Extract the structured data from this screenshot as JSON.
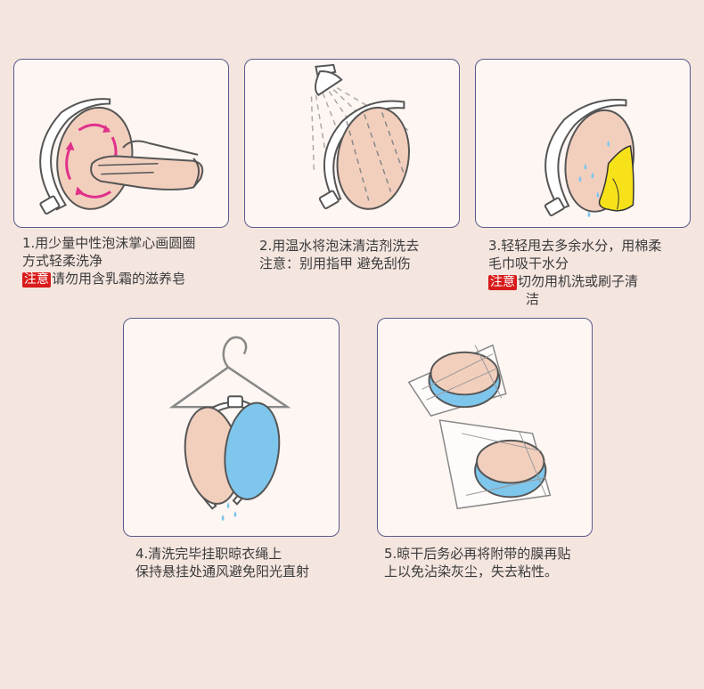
{
  "steps": [
    {
      "lines": [
        "1.用少量中性泡沫掌心画圆圈",
        "方式轻柔洗净"
      ],
      "note_label": "注意",
      "note_text": "请勿用含乳霜的滋养皂"
    },
    {
      "lines": [
        "2.用温水将泡沫清洁剂洗去",
        "注意：别用指甲 避免刮伤"
      ]
    },
    {
      "lines": [
        "3.轻轻甩去多余水分，用棉柔",
        "毛巾吸干水分"
      ],
      "note_label": "注意",
      "note_text": "切勿用机洗或刷子清",
      "note_cont": "洁"
    },
    {
      "lines": [
        "4.清洗完毕挂职晾衣绳上",
        "保持悬挂处通风避免阳光直射"
      ]
    },
    {
      "lines": [
        "5.晾干后务必再将附带的膜再贴",
        "上以免沾染灰尘，失去粘性。"
      ]
    }
  ],
  "colors": {
    "background": "#f4e5df",
    "card_border": "#5b5a8c",
    "skin": "#f2cfbd",
    "blue": "#7fc6ec",
    "arrow": "#e0318a",
    "note": "#d81b1b",
    "towel": "#f7e21a"
  },
  "icons": [
    "hand-washing-illustration",
    "shower-rinse-illustration",
    "towel-dry-illustration",
    "hanger-dry-illustration",
    "film-wrap-illustration"
  ]
}
